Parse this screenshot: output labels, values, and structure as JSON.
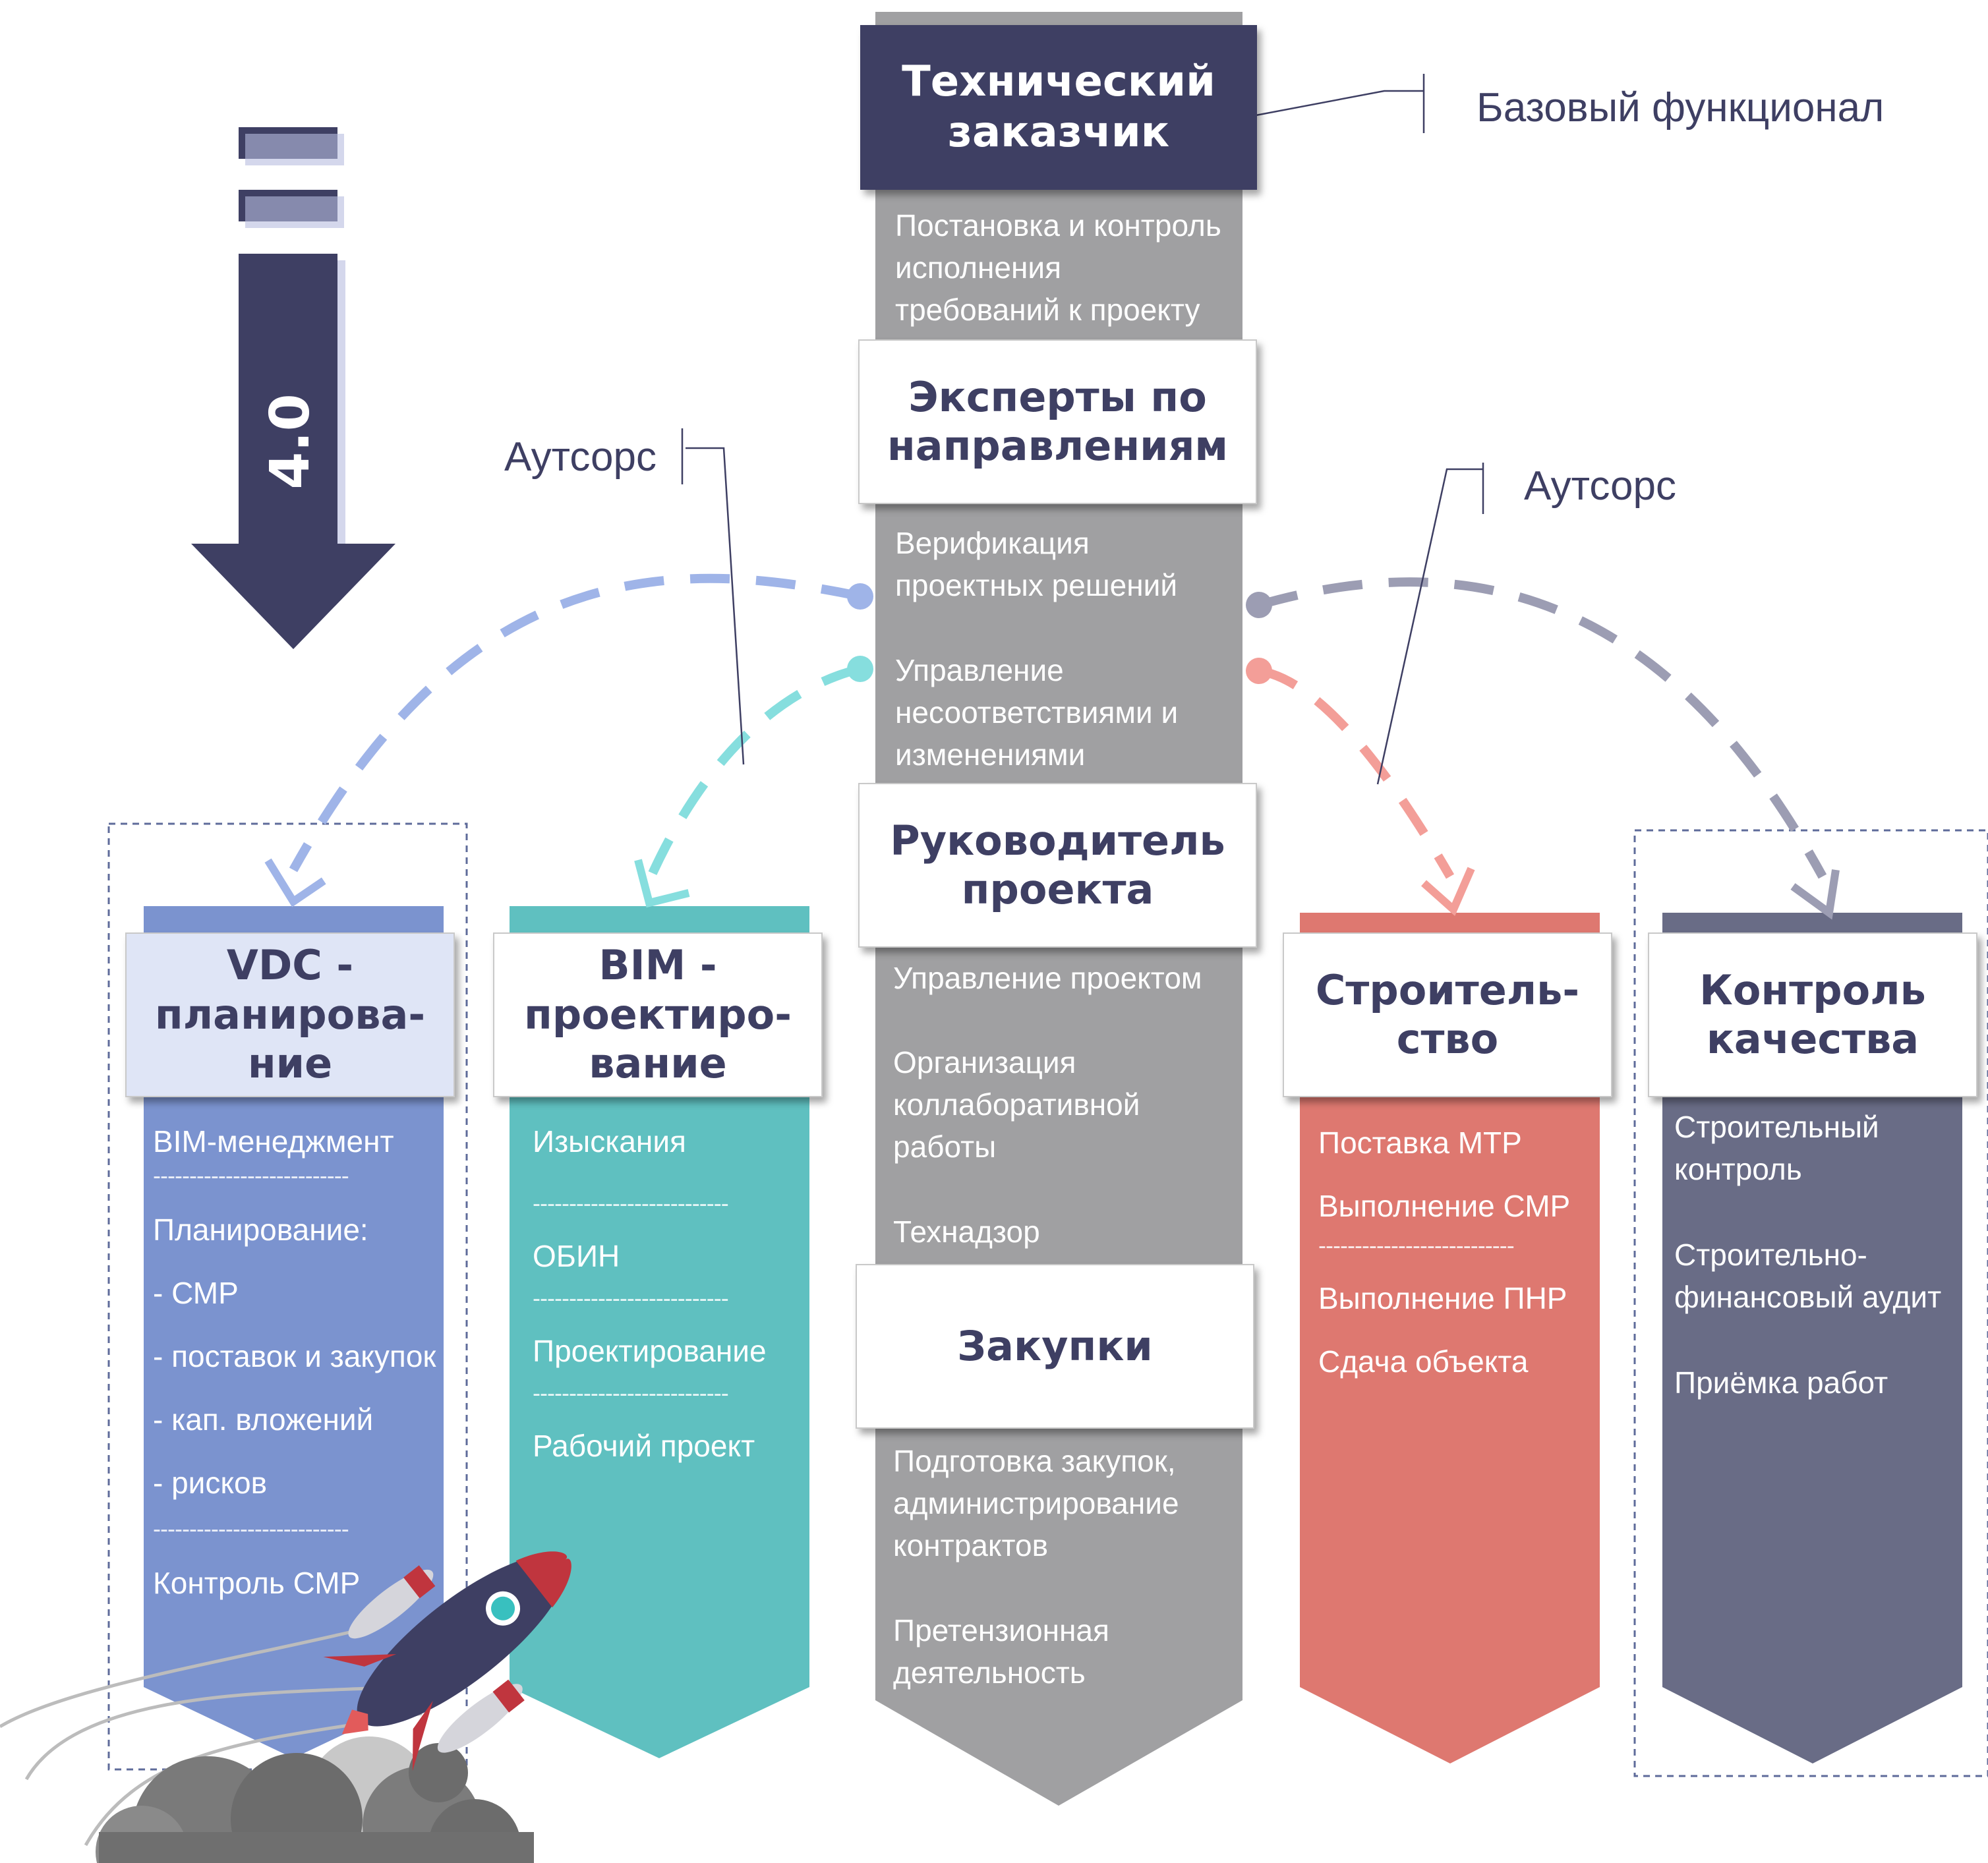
{
  "arrow_label": "4.0",
  "callouts": {
    "base": "Базовый функционал",
    "outsource_left": "Аутсорс",
    "outsource_right": "Аутсорс"
  },
  "center": {
    "header1": "Технический\nзаказчик",
    "text1": "Постановка и контроль\nисполнения\nтребований к проекту",
    "header2": "Эксперты по\nнаправлениям",
    "text2a": "Верификация\nпроектных решений",
    "text2b": "Управление\nнесоответствиями и\nизменениями",
    "header3": "Руководитель\nпроекта",
    "text3a": "Управление проектом",
    "text3b": "Организация\nколлаборативной\nработы",
    "text3c": "Технадзор",
    "header4": "Закупки",
    "text4a": "Подготовка закупок,\nадминистрирование\nконтрактов",
    "text4b": "Претензионная\nдеятельность"
  },
  "columns": {
    "vdc": {
      "title": "VDC -\nпланирова-\nние",
      "items": [
        "BIM-менеджмент",
        "Планирование:",
        "- СМР",
        "- поставок и закупок",
        "- кап. вложений",
        "- рисков",
        "Контроль СМР"
      ]
    },
    "bim": {
      "title": "BIM -\nпроектиро-\nвание",
      "items": [
        "Изыскания",
        "ОБИН",
        "Проектирование",
        "Рабочий проект"
      ]
    },
    "construction": {
      "title": "Строитель-\nство",
      "items": [
        "Поставка МТР",
        "Выполнение СМР",
        "Выполнение ПНР",
        "Сдача объекта"
      ]
    },
    "quality": {
      "title": "Контроль\nкачества",
      "items": [
        "Строительный\nконтроль",
        "Строительно-\nфинансовый аудит",
        "Приёмка работ"
      ]
    }
  },
  "divider_text": "---------------------------",
  "colors": {
    "navy": "#3e3f63",
    "gray": "#a0a0a2",
    "blue": "#7b93cf",
    "teal": "#5fc0c0",
    "red": "#de7870",
    "slate": "#696c86"
  },
  "icons": [
    "rocket-icon",
    "smoke-cloud-icon"
  ]
}
